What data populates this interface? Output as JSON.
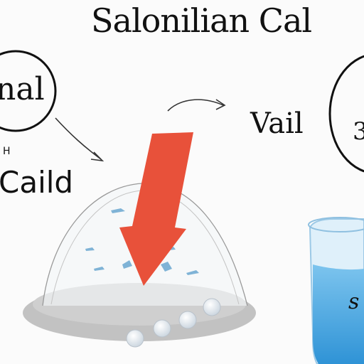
{
  "diagram": {
    "title": "Salonilian Cal",
    "labels": {
      "circle_left": "nal",
      "small_mark": "H",
      "cald": "Caild",
      "vail": "Vail",
      "circle_right": "3",
      "beaker": "s"
    },
    "colors": {
      "arrow_red": "#e8513a",
      "water_blue": "#4aa8e0",
      "beaker_glass": "#cfe8f7",
      "dish_gray": "#c9c9c9",
      "ink": "#111111"
    }
  }
}
